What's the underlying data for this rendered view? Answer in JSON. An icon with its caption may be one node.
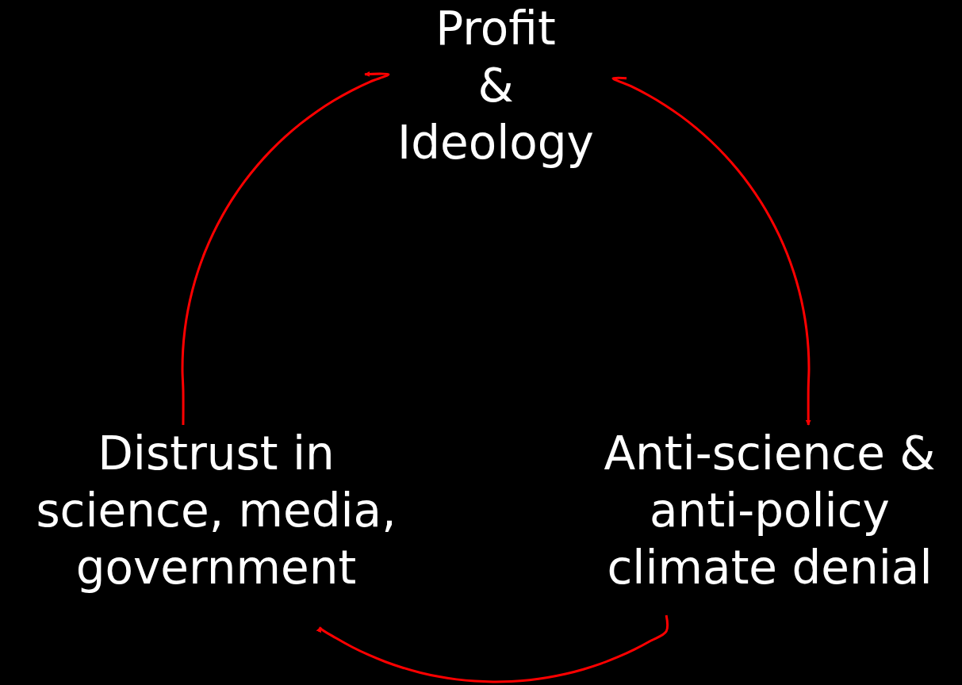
{
  "diagram": {
    "nodes": [
      {
        "text": [
          "Profit & Ideology"
        ]
      },
      {
        "text": [
          "Anti-science & anti-policy climate denial"
        ]
      },
      {
        "text": [
          "Distrust in science, media, government"
        ]
      }
    ],
    "edges": [
      {
        "from": 0,
        "to": 1,
        "arrow": "to",
        "color": "#ff0000"
      },
      {
        "from": 1,
        "to": 2,
        "arrow": "to",
        "color": "#ff0000"
      },
      {
        "from": 2,
        "to": 0,
        "arrow": "to",
        "color": "#ff0000"
      }
    ]
  }
}
